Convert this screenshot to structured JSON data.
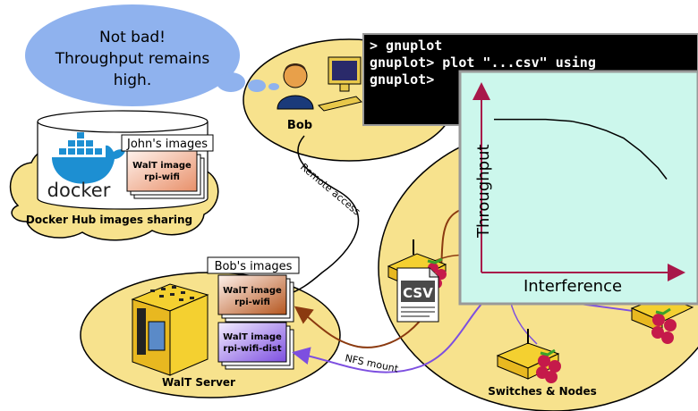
{
  "thought_bubble": {
    "line1": "Not bad!",
    "line2": "Throughput remains",
    "line3": "high."
  },
  "terminal": {
    "line1": "> gnuplot",
    "line2": "gnuplot> plot \"...csv\" using",
    "line3": "gnuplot>"
  },
  "bob": {
    "label": "Bob"
  },
  "docker": {
    "logo_text": "docker",
    "caption": "Docker Hub images sharing",
    "johns_images_label": "John's images",
    "image_title": "WalT image",
    "image_name": "rpi-wifi"
  },
  "remote_access": "Remote access",
  "nfs_mount": "NFS mount",
  "walt_server": {
    "caption": "WalT Server",
    "bobs_images_label": "Bob's images",
    "image1_title": "WalT image",
    "image1_name": "rpi-wifi",
    "image2_title": "WalT image",
    "image2_name": "rpi-wifi-dist"
  },
  "csv_label": "CSV",
  "switches_caption": "Switches & Nodes",
  "chart_data": {
    "type": "line",
    "xlabel": "Interference",
    "ylabel": "Throughput",
    "series": [
      {
        "values_description_free": true,
        "x": [
          0,
          0.3,
          0.45,
          0.55,
          0.65,
          0.75,
          0.85,
          0.95,
          1.0
        ],
        "y": [
          0.82,
          0.82,
          0.81,
          0.79,
          0.76,
          0.72,
          0.65,
          0.56,
          0.5
        ]
      }
    ]
  },
  "colors": {
    "bubble": "#8fb2ee",
    "ellipse_fill": "#f7e28d",
    "chart_bg": "#ccf7ec",
    "terminal_bg": "#000000",
    "brown_arrow": "#8b3a10",
    "purple_arrow": "#7d4fe0",
    "chart_axis": "#a8184a"
  }
}
